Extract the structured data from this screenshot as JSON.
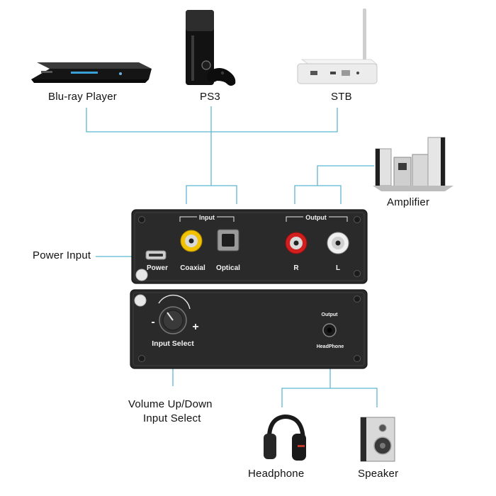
{
  "sources": {
    "bluray": "Blu-ray Player",
    "ps3": "PS3",
    "stb": "STB"
  },
  "amplifier": "Amplifier",
  "power_input": "Power Input",
  "volume_note": {
    "line1": "Volume Up/Down",
    "line2": "Input Select"
  },
  "outputs": {
    "headphone": "Headphone",
    "speaker": "Speaker"
  },
  "device_top": {
    "input": "Input",
    "output": "Output",
    "power": "Power",
    "coaxial": "Coaxial",
    "optical": "Optical",
    "r": "R",
    "l": "L"
  },
  "device_bottom": {
    "minus": "-",
    "plus": "+",
    "input_select": "Input Select",
    "output": "Output",
    "headphone": "HeadPhone"
  },
  "colors": {
    "connector_line": "#5fb7cf",
    "device_body": "#2a2a2a"
  }
}
